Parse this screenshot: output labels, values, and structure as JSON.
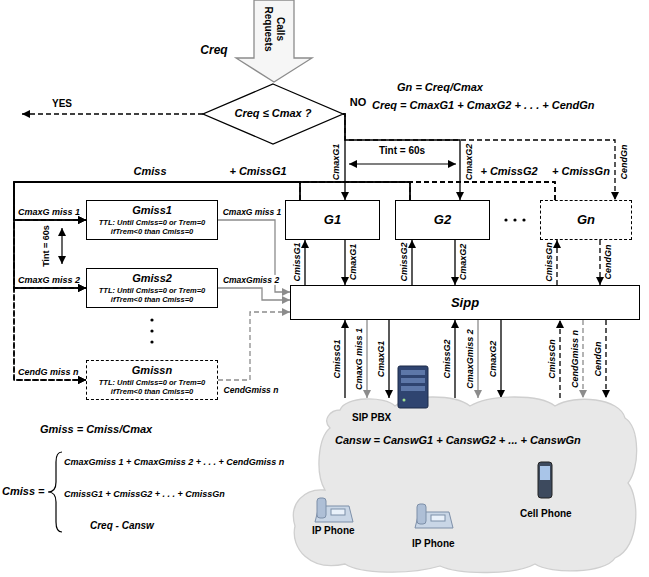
{
  "diagram": {
    "nodes": [
      {
        "text": [
          "Calls Requests"
        ]
      },
      {
        "text": [
          "Creq ≤ Cmax ?"
        ]
      },
      {
        "text": [
          "G1"
        ]
      },
      {
        "text": [
          "G2"
        ]
      },
      {
        "text": [
          "Gn"
        ]
      },
      {
        "text": [
          "Gmiss1",
          "TTL: Until Cmiss=0 or Trem=0",
          "ifTrem<0 than Cmiss=0"
        ]
      },
      {
        "text": [
          "Gmiss2",
          "TTL: Until Cmiss=0 or Trem=0",
          "ifTrem<0 than Cmiss=0"
        ]
      },
      {
        "text": [
          "Gmissn",
          "TTL: Until Cmiss=0 or Trem=0",
          "ifTrem<0 than Cmiss=0"
        ]
      },
      {
        "text": [
          "Sipp"
        ]
      },
      {
        "text": [
          "SIP PBX",
          "Cansw = CanswG1 + CanswG2 + ... + CanswGn",
          "IP Phone",
          "IP Phone",
          "Cell Phone"
        ]
      }
    ],
    "edges": [
      {
        "from": 1,
        "to": 2,
        "label": "CmaxG1",
        "arrow": "to"
      },
      {
        "from": 1,
        "to": 3,
        "label": "CmaxG2",
        "arrow": "to"
      },
      {
        "from": 1,
        "to": 4,
        "label": "CendGn",
        "arrow": "to"
      },
      {
        "from": 2,
        "to": 5,
        "arrow": "to"
      },
      {
        "from": 2,
        "to": 6,
        "arrow": "to"
      },
      {
        "from": 2,
        "to": 7,
        "arrow": "to"
      },
      {
        "from": 3,
        "to": 5,
        "arrow": "to"
      },
      {
        "from": 3,
        "to": 6,
        "arrow": "to"
      },
      {
        "from": 3,
        "to": 7,
        "arrow": "to"
      },
      {
        "from": 4,
        "to": 5,
        "arrow": "to"
      },
      {
        "from": 4,
        "to": 6,
        "arrow": "to"
      },
      {
        "from": 4,
        "to": 7,
        "arrow": "to"
      },
      {
        "from": 8,
        "to": 2,
        "label": "CmissG1",
        "arrow": "to"
      },
      {
        "from": 2,
        "to": 8,
        "label": "CmaxG1",
        "arrow": "to"
      },
      {
        "from": 8,
        "to": 3,
        "label": "CmissG2",
        "arrow": "to"
      },
      {
        "from": 3,
        "to": 8,
        "label": "CmaxG2",
        "arrow": "to"
      },
      {
        "from": 8,
        "to": 4,
        "label": "CmissGn",
        "arrow": "to"
      },
      {
        "from": 4,
        "to": 8,
        "label": "CendGn",
        "arrow": "to"
      },
      {
        "from": 5,
        "to": 8,
        "label": "CmaxG miss 1",
        "arrow": "to"
      },
      {
        "from": 6,
        "to": 8,
        "label": "CmaxGmiss 2",
        "arrow": "to"
      },
      {
        "from": 7,
        "to": 8,
        "label": "CendGmiss n",
        "arrow": "to"
      },
      {
        "from": 9,
        "to": 8,
        "label": "CmissG1",
        "arrow": "to"
      },
      {
        "from": 8,
        "to": 9,
        "label": "CmaxG miss 1",
        "arrow": "to"
      },
      {
        "from": 8,
        "to": 9,
        "label": "CmaxG1",
        "arrow": "to"
      },
      {
        "from": 9,
        "to": 8,
        "label": "CmissG2",
        "arrow": "to"
      },
      {
        "from": 8,
        "to": 9,
        "label": "CmaxGmiss 2",
        "arrow": "to"
      },
      {
        "from": 8,
        "to": 9,
        "label": "CmaxG2",
        "arrow": "to"
      },
      {
        "from": 9,
        "to": 8,
        "label": "CmissGn",
        "arrow": "to"
      },
      {
        "from": 8,
        "to": 9,
        "label": "CendGmiss n",
        "arrow": "to"
      },
      {
        "from": 8,
        "to": 9,
        "label": "CendGn",
        "arrow": "to"
      }
    ],
    "labels": [
      "Creq",
      "YES",
      "NO",
      "Gn = Creq/Cmax",
      "Creq = CmaxG1 + CmaxG2 + . . . + CendGn",
      "Tint = 60s",
      "Cmiss",
      "+ CmissG1",
      "+ CmissG2",
      "+ CmissGn",
      "CmaxG miss 1",
      "CmaxG miss 2",
      "CendG miss n",
      "Tint = 60s",
      "Gmiss = Cmiss/Cmax",
      "Cmiss =",
      "CmaxGmiss 1 + CmaxGmiss 2 + . . . + CendGmiss n",
      "CmissG1 + CmissG2 + . . . + CmissGn",
      "Creq - Cansw"
    ]
  }
}
